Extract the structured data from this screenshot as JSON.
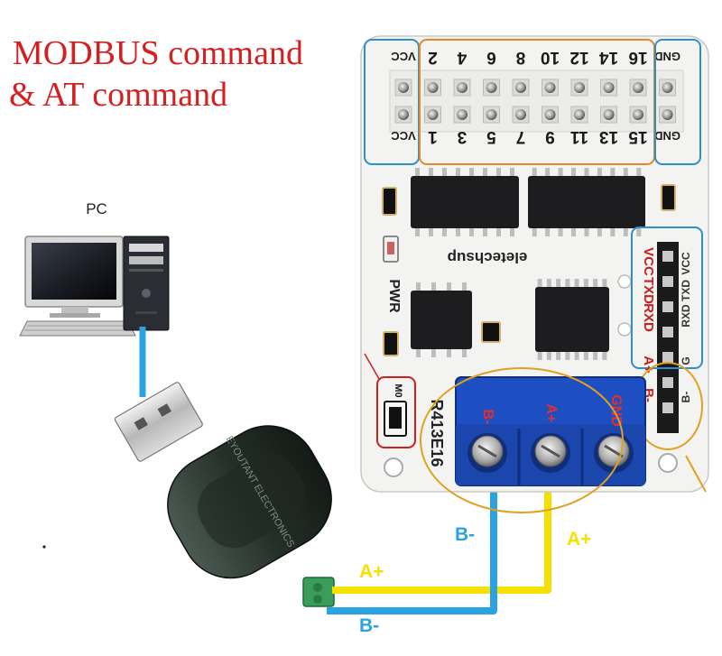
{
  "title": {
    "line1": "MODBUS command",
    "line2": "& AT command"
  },
  "pc": {
    "label": "PC"
  },
  "usb_adapter": {
    "brand_text": "EYOUTANT ELECTRONICS"
  },
  "board": {
    "model": "R413E16",
    "brand": "eletechsup",
    "pwr_label": "PWR",
    "header_top_labels": [
      "VCC",
      "2",
      "4",
      "6",
      "8",
      "10",
      "12",
      "14",
      "16",
      "GND"
    ],
    "header_bottom_labels": [
      "VCC",
      "1",
      "3",
      "5",
      "7",
      "9",
      "11",
      "13",
      "15",
      "GND"
    ],
    "side_header_labels": [
      "VCC",
      "TXD",
      "RXD",
      "A+",
      "B-"
    ],
    "side_header_labels_mirror": [
      "VCC",
      "TXD",
      "RXD",
      "G",
      "B-"
    ],
    "terminal_labels": [
      "B-",
      "A+",
      "GND"
    ],
    "switch_label": "M0"
  },
  "wires": {
    "a_plus_label_left": "A+",
    "a_plus_label_right": "A+",
    "b_minus_label_top": "B-",
    "b_minus_label_bottom": "B-"
  },
  "colors": {
    "title_red": "#d42020",
    "wire_blue": "#2ba3e0",
    "wire_yellow": "#f5e000",
    "terminal_blue": "#1d4fc2",
    "highlight_blue": "#2f8fc9",
    "highlight_orange": "#e08a2a",
    "highlight_yellow": "#e0a020",
    "highlight_red": "#cc2020"
  }
}
